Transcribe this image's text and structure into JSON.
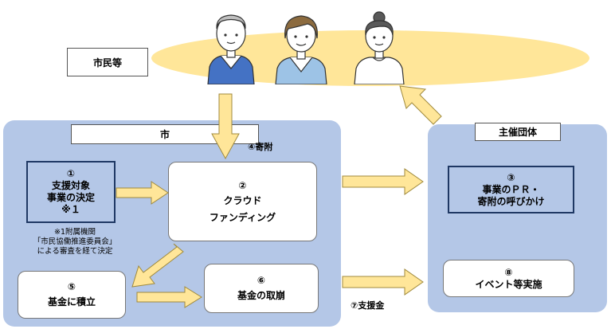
{
  "citizens": {
    "label": "市民等"
  },
  "city": {
    "label": "市"
  },
  "organizer": {
    "label": "主催団体"
  },
  "steps": {
    "s1": {
      "num": "①",
      "line1": "支援対象",
      "line2": "事業の決定",
      "line3": "※１"
    },
    "s2": {
      "num": "②",
      "line1": "クラウド",
      "line2": "ファンディング"
    },
    "s3": {
      "num": "③",
      "line1": "事業のＰＲ・",
      "line2": "寄附の呼びかけ"
    },
    "s5": {
      "num": "⑤",
      "line1": "基金に積立"
    },
    "s6": {
      "num": "⑥",
      "line1": "基金の取崩"
    },
    "s8": {
      "num": "⑧",
      "line1": "イベント等実施"
    }
  },
  "notes": {
    "line1": "※1附属機関",
    "line2": "「市民協働推進委員会」",
    "line3": "による審査を経て決定"
  },
  "annotations": {
    "donation": "④寄附",
    "support": "⑦支援金"
  },
  "colors": {
    "panel": "#b4c7e7",
    "arrow_fill": "#ffe699",
    "arrow_stroke": "#a08a3c",
    "highlight": "#ffe699",
    "box_border_dark": "#1f3864"
  }
}
